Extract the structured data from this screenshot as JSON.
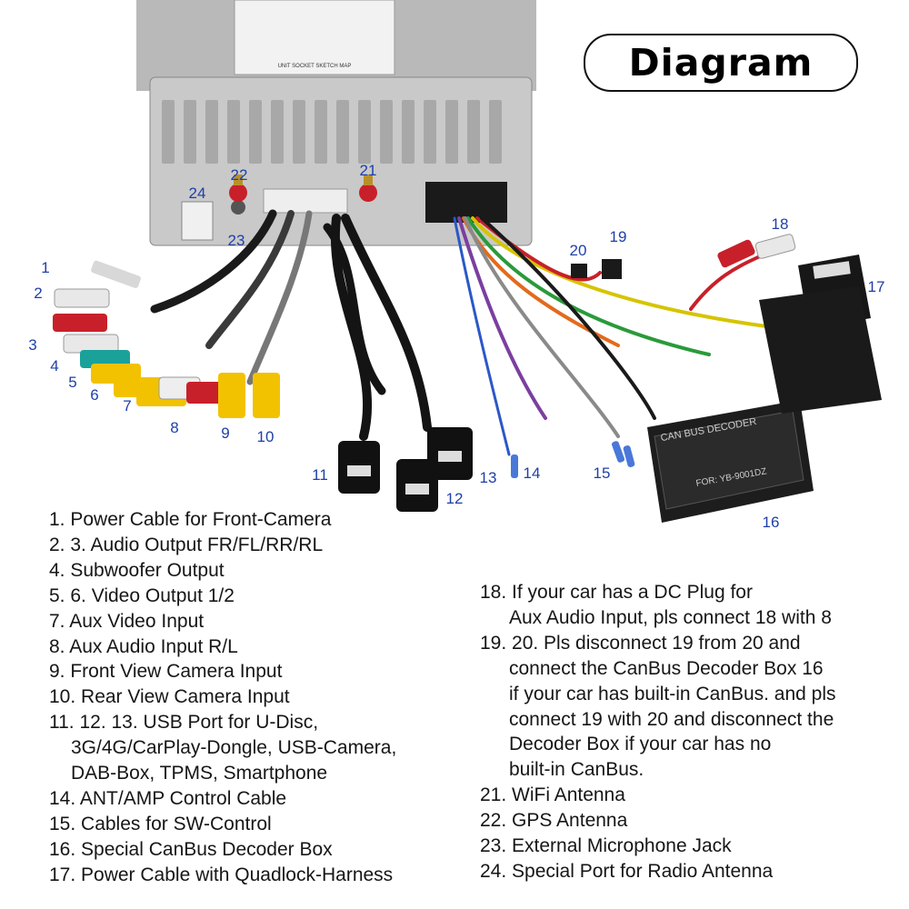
{
  "title": "Diagram",
  "callouts": [
    "1",
    "2",
    "3",
    "4",
    "5",
    "6",
    "7",
    "8",
    "9",
    "10",
    "11",
    "12",
    "13",
    "14",
    "15",
    "16",
    "17",
    "18",
    "19",
    "20",
    "21",
    "22",
    "23",
    "24"
  ],
  "device_labels": {
    "canbus_decoder": [
      "CAN BUS DECODER",
      "FOR: YB-9001DZ"
    ],
    "back_sticker": "UNIT SOCKET SKETCH MAP"
  },
  "legend_left": [
    "1. Power Cable for Front-Camera",
    "2. 3. Audio Output FR/FL/RR/RL",
    "4. Subwoofer Output",
    "5. 6. Video Output 1/2",
    "7. Aux Video Input",
    "8. Aux Audio Input R/L",
    "9. Front View Camera Input",
    "10. Rear View Camera Input",
    "11. 12. 13. USB Port for U-Disc,",
    "3G/4G/CarPlay-Dongle, USB-Camera,",
    "DAB-Box, TPMS, Smartphone",
    "14. ANT/AMP Control Cable",
    "15. Cables for SW-Control",
    "16. Special CanBus Decoder Box",
    "17. Power Cable with Quadlock-Harness"
  ],
  "legend_right": [
    "18. If your car has a DC Plug for",
    "Aux Audio Input, pls connect 18 with 8",
    "19. 20. Pls disconnect 19 from 20 and",
    "connect the CanBus Decoder Box 16",
    "if your car has built-in CanBus. and pls",
    "connect 19 with 20 and disconnect the",
    "Decoder Box if your car has no",
    "built-in CanBus.",
    "21. WiFi Antenna",
    "22. GPS Antenna",
    "23. External Microphone Jack",
    "24. Special Port for Radio Antenna"
  ],
  "colors": {
    "callout": "#1f3fa8",
    "chassis": "#c9c9c9",
    "rca_red": "#c8202a",
    "rca_white": "#eeeeee",
    "rca_yellow": "#f2c200",
    "rca_green": "#1aa19a",
    "antenna_gold": "#b8902a",
    "cable_black": "#141414"
  }
}
